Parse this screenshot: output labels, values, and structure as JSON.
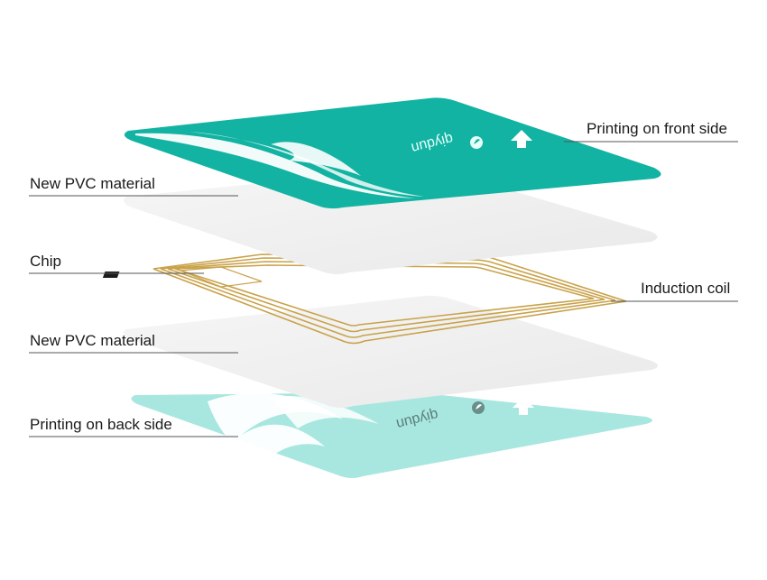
{
  "labels": {
    "front_print": "Printing on front side",
    "pvc_top": "New PVC material",
    "chip": "Chip",
    "coil": "Induction coil",
    "pvc_bottom": "New PVC material",
    "back_print": "Printing on back side"
  },
  "brand": {
    "front": "qiydun",
    "back": "qiydun"
  },
  "colors": {
    "front_card": "#12b3a2",
    "back_card": "#a8e7df",
    "pvc": "#efefef",
    "coil": "#c9a24a",
    "line": "#555555"
  },
  "icons": {
    "front_arrow": "up-arrow-icon",
    "back_arrow": "up-arrow-icon",
    "brand_logo": "leaf-logo-icon"
  }
}
